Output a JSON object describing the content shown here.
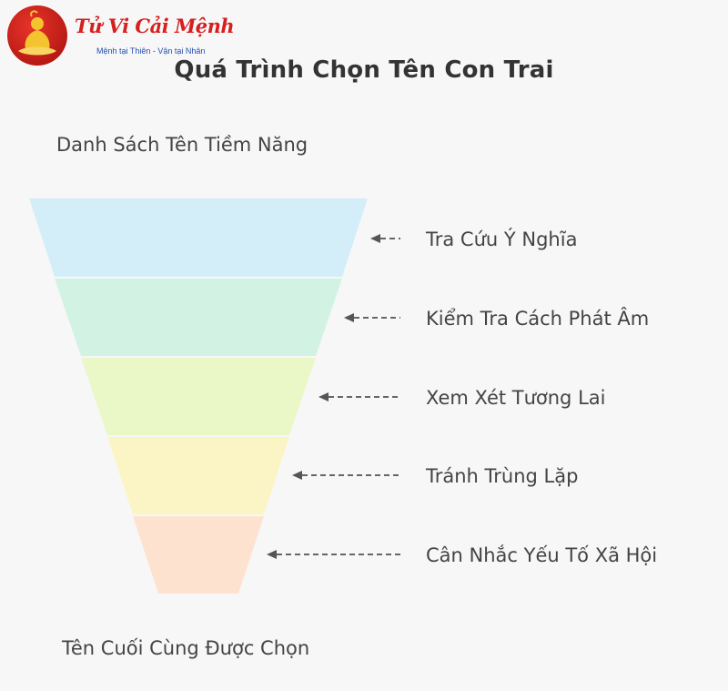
{
  "logo": {
    "title": "Tử Vi Cải Mệnh",
    "tagline": "Mệnh tại Thiên - Vận tại Nhân"
  },
  "title": "Quá Trình Chọn Tên Con Trai",
  "top_label": "Danh Sách Tên Tiềm Năng",
  "bottom_label": "Tên Cuối Cùng Được Chọn",
  "steps": [
    {
      "label": "Tra Cứu Ý Nghĩa",
      "color": "#d4eef9"
    },
    {
      "label": "Kiểm Tra Cách Phát Âm",
      "color": "#d2f3e4"
    },
    {
      "label": "Xem Xét Tương Lai",
      "color": "#eaf8c8"
    },
    {
      "label": "Tránh Trùng Lặp",
      "color": "#fbf5c6"
    },
    {
      "label": "Cân Nhắc Yếu Tố Xã Hội",
      "color": "#fde2cf"
    }
  ],
  "colors": {
    "brand_red": "#d61f1f",
    "tagline_blue": "#1f4fb0",
    "arrow_gray": "#666666"
  }
}
